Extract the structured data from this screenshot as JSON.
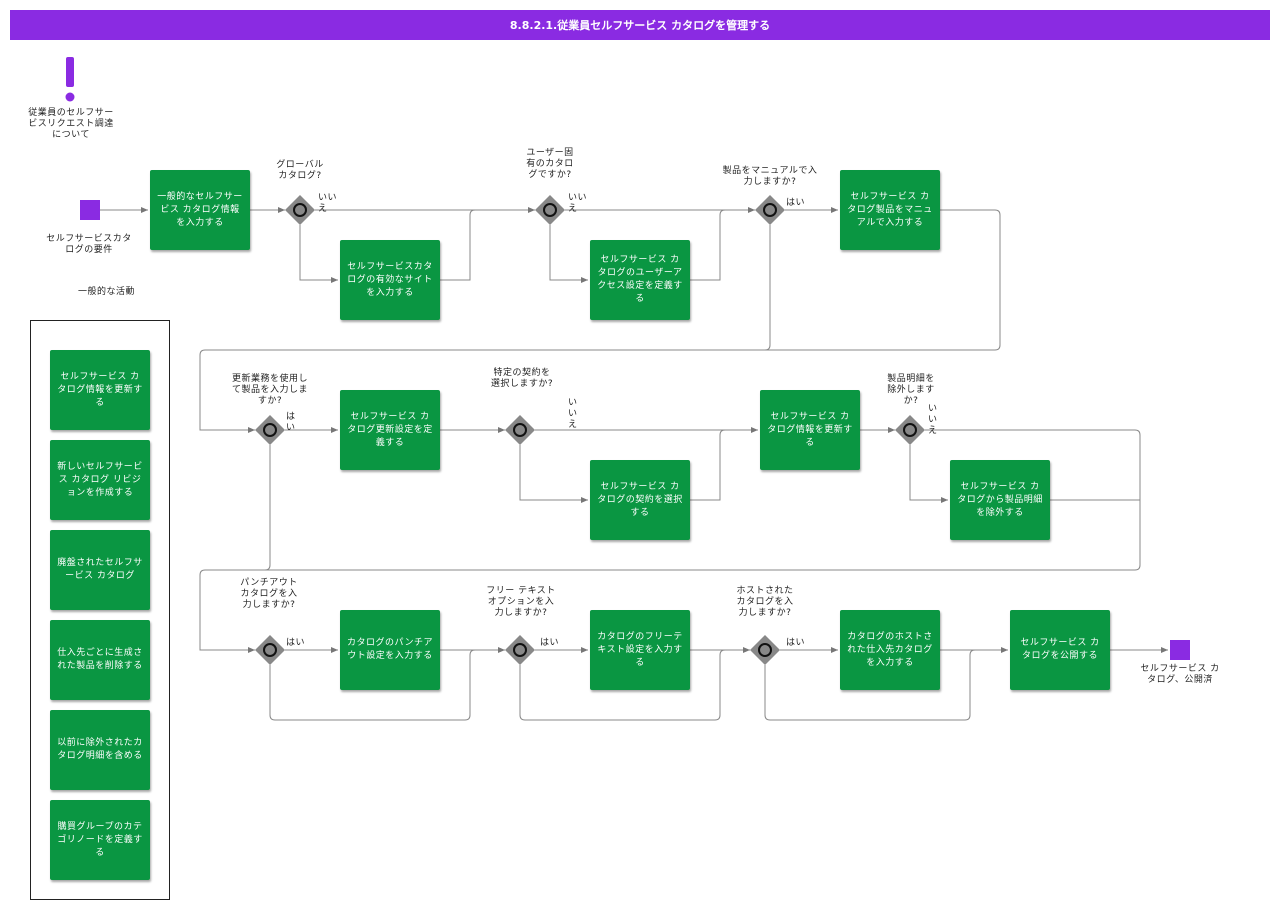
{
  "title": "8.8.2.1.従業員セルフサービス カタログを管理する",
  "colors": {
    "header": "#8a2be2",
    "task": "#0a9642",
    "event": "#8a2be2",
    "gateway": "#888888"
  },
  "start_trigger": {
    "icon": "exclamation-icon",
    "label": "従業員のセルフサービスリクエスト調達について"
  },
  "start_event": {
    "label": "セルフサービスカタログの要件"
  },
  "end_event": {
    "label": "セルフサービス カタログ、公開済"
  },
  "legend": {
    "title": "一般的な活動",
    "items": [
      "セルフサービス カタログ情報を更新する",
      "新しいセルフサービス カタログ リビジョンを作成する",
      "廃盤されたセルフサービス カタログ",
      "仕入先ごとに生成された製品を削除する",
      "以前に除外されたカタログ明細を含める",
      "購買グループのカテゴリノードを定義する"
    ]
  },
  "tasks": {
    "t1": "一般的なセルフサービス カタログ情報を入力する",
    "t2": "セルフサービスカタログの有効なサイトを入力する",
    "t3": "セルフサービス カタログのユーザーアクセス設定を定義する",
    "t4": "セルフサービス カタログ製品をマニュアルで入力する",
    "t5": "セルフサービス カタログ更新設定を定義する",
    "t6": "セルフサービス カタログの契約を選択する",
    "t7": "セルフサービス カタログ情報を更新する",
    "t8": "セルフサービス カタログから製品明細を除外する",
    "t9": "カタログのパンチアウト設定を入力する",
    "t10": "カタログのフリーテキスト設定を入力する",
    "t11": "カタログのホストされた仕入先カタログを入力する",
    "t12": "セルフサービス カタログを公開する"
  },
  "gateways": {
    "g1": "グローバルカタログ?",
    "g2": "ユーザー固有のカタログですか?",
    "g3": "製品をマニュアルで入力しますか?",
    "g4": "更新業務を使用して製品を入力しますか?",
    "g5": "特定の契約を選択しますか?",
    "g6": "製品明細を除外しますか?",
    "g7": "パンチアウト カタログを入力しますか?",
    "g8": "フリー テキスト オプションを入力しますか?",
    "g9": "ホストされたカタログを入力しますか?"
  },
  "edge_labels": {
    "no": "いいえ",
    "yes": "はい"
  }
}
